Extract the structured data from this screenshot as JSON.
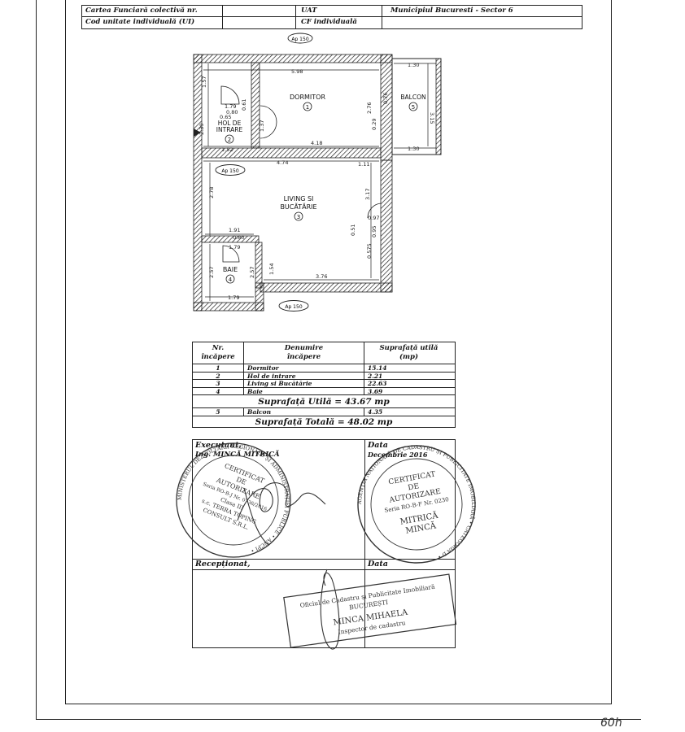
{
  "header": {
    "r1_label": "Cartea Funciară colectivă nr.",
    "r1_uat": "UAT",
    "r1_value": "Municipiul Bucuresti  -  Sector 6",
    "r2_label": "Cod unitate individuală (UI)",
    "r2_cf": "CF individuală"
  },
  "plan": {
    "ap_label": "Ap 150",
    "rooms": {
      "dormitor": "DORMITOR",
      "dormitor_nr": "1",
      "hol1": "HOL DE",
      "hol2": "INTRARE",
      "hol_nr": "2",
      "living1": "LIVING SI",
      "living2": "BUCĂTĂRIE",
      "living_nr": "3",
      "baie": "BAIE",
      "baie_nr": "4",
      "balcon": "BALCON",
      "balcon_nr": "5"
    },
    "dims": {
      "d598": "5.98",
      "d130a": "1.30",
      "d130b": "1.30",
      "d157": "1.57",
      "d179a": "1.79",
      "d080a": "0.80",
      "d061": "0.61",
      "d137": "1.37",
      "d065": "0.65",
      "d239": "2.39",
      "d152": "1.52",
      "d418": "4.18",
      "d276a": "2.76",
      "d315": "3.15",
      "d029": "0.29",
      "d076": "0.76",
      "d474": "4.74",
      "d111": "1.11",
      "d278": "2.78",
      "d317": "3.17",
      "d191": "1.91",
      "d080b": "0.80",
      "d179b": "1.79",
      "d257a": "2.57",
      "d257b": "2.57",
      "d154": "1.54",
      "d376": "3.76",
      "d179c": "1.79",
      "d097": "0.97",
      "d051": "0.51",
      "d095": "0.95",
      "d0575": "0.575"
    }
  },
  "table": {
    "h_nr": "Nr.",
    "h_nr2": "încăpere",
    "h_den": "Denumire",
    "h_den2": "încăpere",
    "h_sup": "Suprafață utilă",
    "h_sup2": "(mp)",
    "rows": [
      {
        "nr": "1",
        "name": "Dormitor",
        "area": "15.14"
      },
      {
        "nr": "2",
        "name": "Hol de intrare",
        "area": "2.21"
      },
      {
        "nr": "3",
        "name": "Living si Bucătărie",
        "area": "22.63"
      },
      {
        "nr": "4",
        "name": "Baie",
        "area": "3.69"
      }
    ],
    "util": "Suprafață Utilă  =  43.67  mp",
    "balcon": {
      "nr": "5",
      "name": "Balcon",
      "area": "4.35"
    },
    "total": "Suprafață Totală  =  48.02  mp"
  },
  "signatures": {
    "executant": "Executant,",
    "executant_name": "Ing. MINCĂ MITRICĂ",
    "data1": "Data",
    "data1_value": "Decembrie 2016",
    "receptionat": "Recepționat,",
    "data2": "Data"
  },
  "stamps": {
    "s1_l1": "CERTIFICAT",
    "s1_l2": "DE",
    "s1_l3": "AUTORIZARE",
    "s1_l4": "Seria RO-B-J Nr. 0736/2016",
    "s1_l5": "Clasa III",
    "s1_l6": "s.c. TERRA TOPING",
    "s1_l7": "CONSULT S.R.L.",
    "s1_ring": "MINISTERUL DEZVOLTĂRII REGIONALE ȘI ADMINISTRAȚIEI PUBLICE • ANCPI •",
    "s2_l1": "CERTIFICAT",
    "s2_l2": "DE",
    "s2_l3": "AUTORIZARE",
    "s2_l4": "Seria RO-B-F Nr. 0230",
    "s2_l5": "MITRICĂ",
    "s2_l6": "MINCĂ",
    "s2_ring": "AGENȚIA NAȚIONALĂ DE CADASTRU ȘI PUBLICITATE IMOBILIARĂ • CATEGORIA D •",
    "s3_l1": "Oficiul de Cadastru și Publicitate Imobiliară",
    "s3_l2": "BUCUREȘTI",
    "s3_l3": "MINCA MIHAELA",
    "s3_l4": "Inspector de cadastru"
  },
  "page_mark": "60h"
}
